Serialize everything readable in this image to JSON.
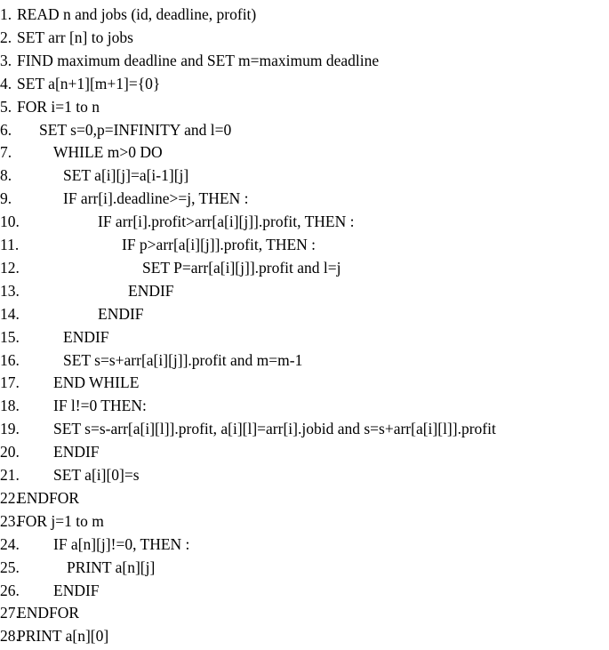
{
  "lines": [
    {
      "num": "1.",
      "code": "READ n and jobs (id, deadline, profit)"
    },
    {
      "num": "2.",
      "code": "SET arr [n] to jobs"
    },
    {
      "num": "3.",
      "code": "FIND maximum deadline and SET m=maximum deadline"
    },
    {
      "num": "4.",
      "code": "SET a[n+1][m+1]={0}"
    },
    {
      "num": "5.",
      "code": "FOR i=1 to n"
    },
    {
      "num": "6.",
      "code": "SET s=0,p=INFINITY and l=0"
    },
    {
      "num": "7.",
      "code": "WHILE m>0 DO"
    },
    {
      "num": "8.",
      "code": "SET a[i][j]=a[i-1][j]"
    },
    {
      "num": "9.",
      "code": "IF arr[i].deadline>=j, THEN :"
    },
    {
      "num": "10.",
      "code": "IF arr[i].profit>arr[a[i][j]].profit, THEN :"
    },
    {
      "num": "11.",
      "code": "IF p>arr[a[i][j]].profit, THEN :"
    },
    {
      "num": "12.",
      "code": "SET P=arr[a[i][j]].profit and l=j"
    },
    {
      "num": "13.",
      "code": "ENDIF"
    },
    {
      "num": "14.",
      "code": "ENDIF"
    },
    {
      "num": "15.",
      "code": "ENDIF"
    },
    {
      "num": "16.",
      "code": "SET s=s+arr[a[i][j]].profit and m=m-1"
    },
    {
      "num": "17.",
      "code": "END WHILE"
    },
    {
      "num": "18.",
      "code": "IF l!=0 THEN:"
    },
    {
      "num": "19.",
      "code": "SET s=s-arr[a[i][l]].profit, a[i][l]=arr[i].jobid and s=s+arr[a[i][l]].profit"
    },
    {
      "num": "20.",
      "code": "ENDIF"
    },
    {
      "num": "21.",
      "code": "SET a[i][0]=s"
    },
    {
      "num": "22.",
      "code": "ENDFOR"
    },
    {
      "num": "23.",
      "code": "FOR j=1 to m"
    },
    {
      "num": "24.",
      "code": "IF a[n][j]!=0, THEN :"
    },
    {
      "num": "25.",
      "code": "PRINT a[n][j]"
    },
    {
      "num": "26.",
      "code": "ENDIF"
    },
    {
      "num": "27.",
      "code": "ENDFOR"
    },
    {
      "num": "28.",
      "code": "PRINT a[n][0]"
    }
  ]
}
